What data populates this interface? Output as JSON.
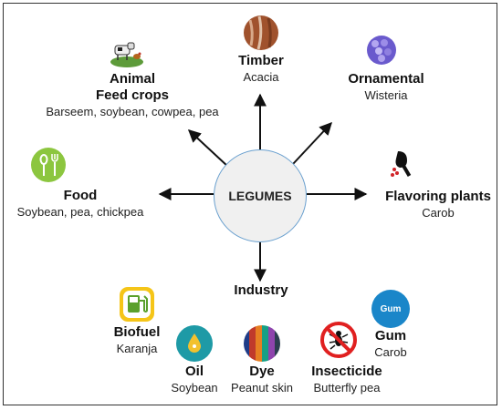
{
  "hub": {
    "label": "LEGUMES"
  },
  "uses": {
    "animal": {
      "title1": "Animal",
      "title2": "Feed crops",
      "examples": "Barseem, soybean, cowpea, pea"
    },
    "timber": {
      "title": "Timber",
      "examples": "Acacia"
    },
    "ornamental": {
      "title": "Ornamental",
      "examples": "Wisteria"
    },
    "food": {
      "title": "Food",
      "examples": "Soybean, pea, chickpea"
    },
    "flavoring": {
      "title": "Flavoring plants",
      "examples": "Carob"
    },
    "industry": {
      "title": "Industry"
    }
  },
  "industry_products": {
    "biofuel": {
      "title": "Biofuel",
      "examples": "Karanja"
    },
    "oil": {
      "title": "Oil",
      "examples": "Soybean"
    },
    "dye": {
      "title": "Dye",
      "examples": "Peanut skin"
    },
    "insecticide": {
      "title": "Insecticide",
      "examples": "Butterfly pea"
    },
    "gum": {
      "title": "Gum",
      "examples": "Carob",
      "icon_label": "Gum"
    }
  },
  "icons": {
    "animal": "livestock-photo-icon",
    "timber": "wood-bark-photo-icon",
    "ornamental": "wisteria-flower-icon",
    "food": "fork-spoon-icon",
    "flavoring": "spice-spoon-icon",
    "biofuel": "fuel-pump-icon",
    "oil": "oil-drop-icon",
    "dye": "dye-colors-icon",
    "insecticide": "no-insect-icon",
    "gum": "gum-blob-icon"
  },
  "colors": {
    "hub_fill": "#f0f0f0",
    "hub_border": "#6aa0cf",
    "arrow": "#111111",
    "food_green": "#8cc63f",
    "biofuel_yellow": "#f5c518",
    "oil_teal": "#1e9aa6",
    "gum_blue": "#1a86c9",
    "insecticide_red": "#e02020"
  }
}
